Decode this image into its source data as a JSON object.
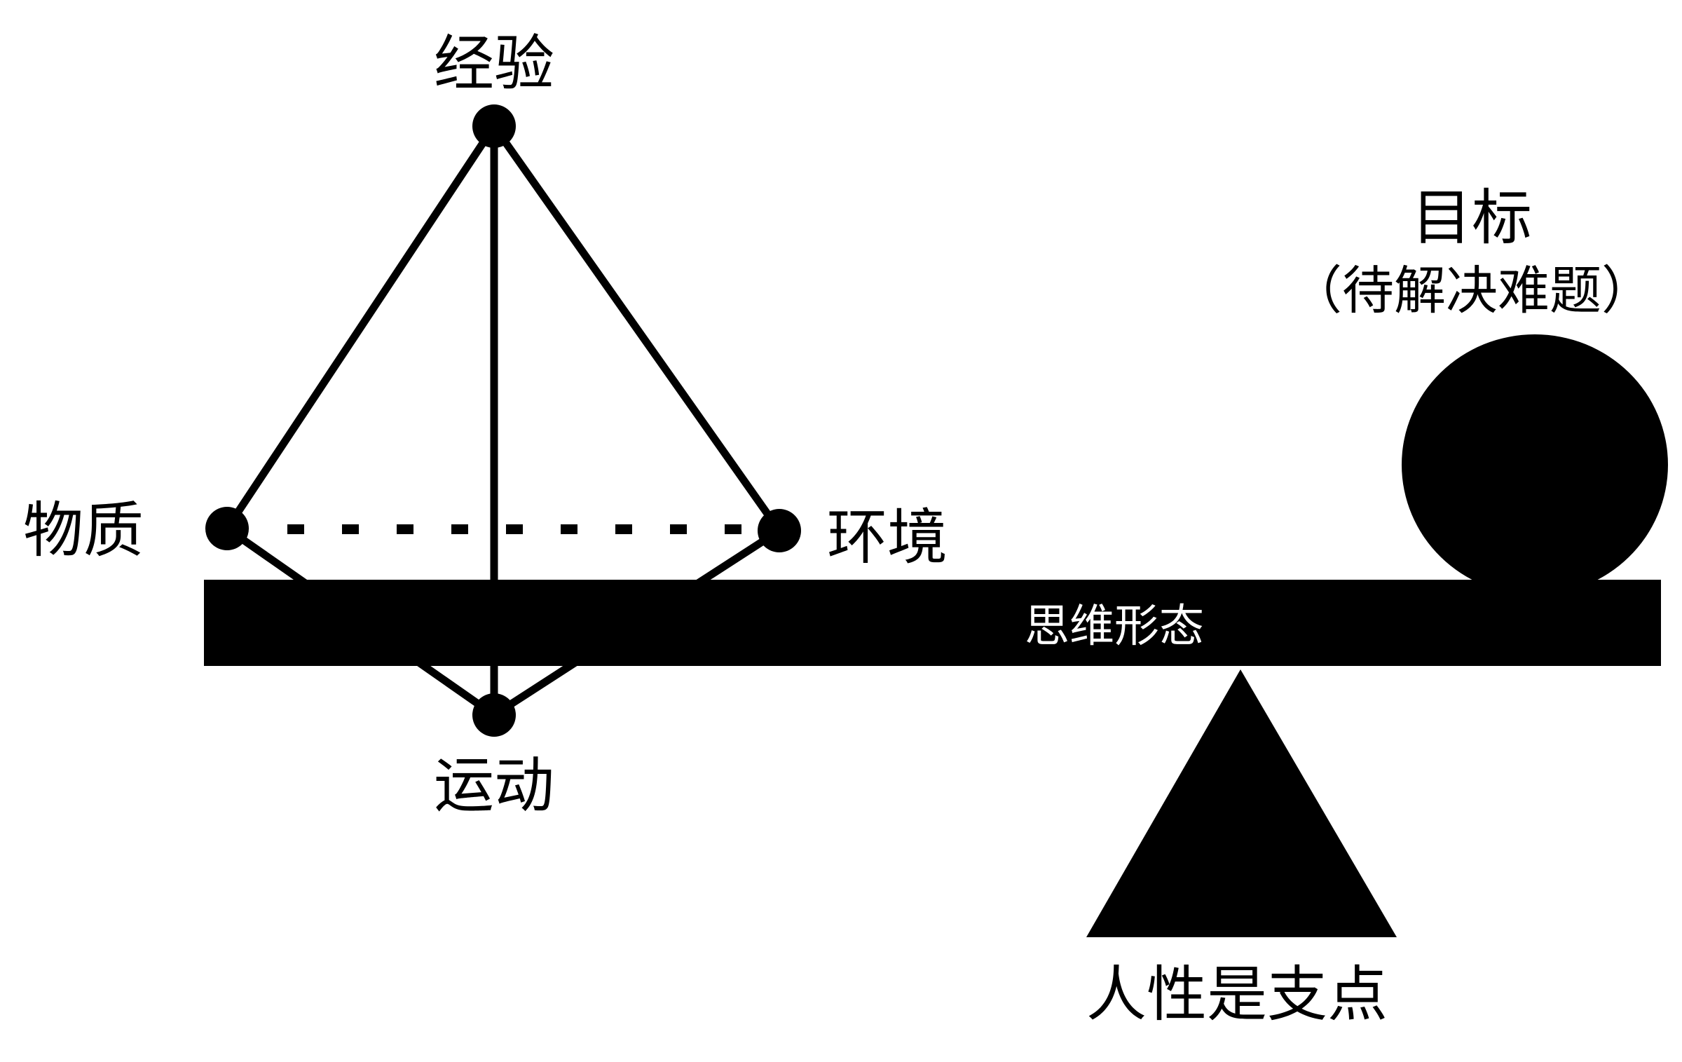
{
  "nodes": {
    "top": "经验",
    "left": "物质",
    "right": "环境",
    "bottom": "运动"
  },
  "beam_label": "思维形态",
  "goal": {
    "title": "目标",
    "subtitle": "（待解决难题）"
  },
  "fulcrum_label": "人性是支点",
  "colors": {
    "ink": "#000000",
    "background": "#ffffff"
  }
}
